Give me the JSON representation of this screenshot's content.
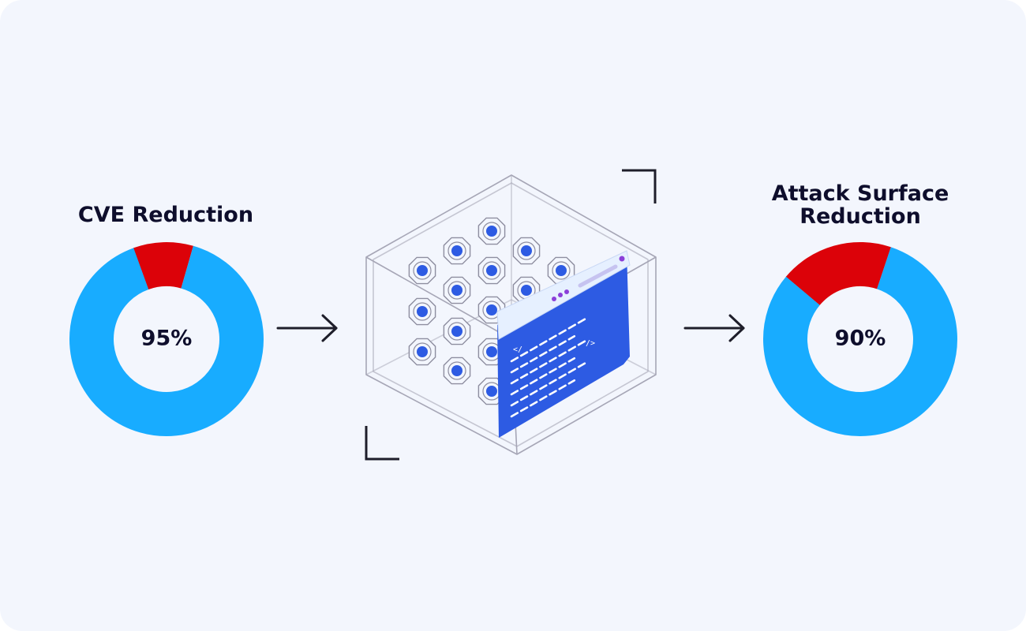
{
  "colors": {
    "background": "#f3f6fd",
    "primary_segment": "#18acff",
    "remainder_segment": "#dc0209",
    "accent_blue": "#2d5be3",
    "line_gray": "#a6a6b6",
    "text": "#0e0e2c"
  },
  "chart_data": [
    {
      "type": "pie",
      "variant": "donut",
      "title": "CVE Reduction",
      "center_label": "95%",
      "slices": [
        {
          "value": 90,
          "color": "#18acff"
        },
        {
          "value": 10,
          "color": "#dc0209"
        }
      ]
    },
    {
      "type": "pie",
      "variant": "donut",
      "title_lines": [
        "Attack Surface",
        "Reduction"
      ],
      "center_label": "90%",
      "slices": [
        {
          "value": 81,
          "color": "#18acff"
        },
        {
          "value": 19,
          "color": "#dc0209"
        }
      ]
    }
  ],
  "icons": [
    "arrow-right-icon",
    "container-cube-icon",
    "code-window-icon",
    "corner-bracket-icon"
  ]
}
